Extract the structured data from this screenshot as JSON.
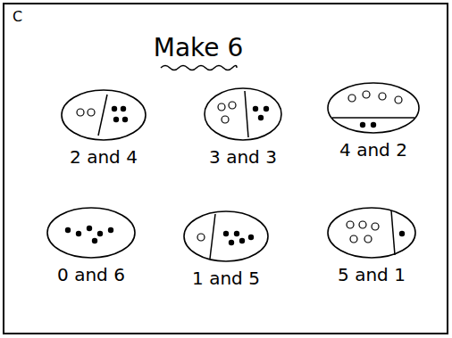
{
  "diagram": {
    "title": "Make 6",
    "nodes": [
      {
        "text": [
          "2 and 4"
        ]
      },
      {
        "text": [
          "3 and 3"
        ]
      },
      {
        "text": [
          "4 and 2"
        ]
      },
      {
        "text": [
          "0 and 6"
        ]
      },
      {
        "text": [
          "1 and 5"
        ]
      },
      {
        "text": [
          "5 and 1"
        ]
      }
    ],
    "labels": [
      "C"
    ]
  }
}
